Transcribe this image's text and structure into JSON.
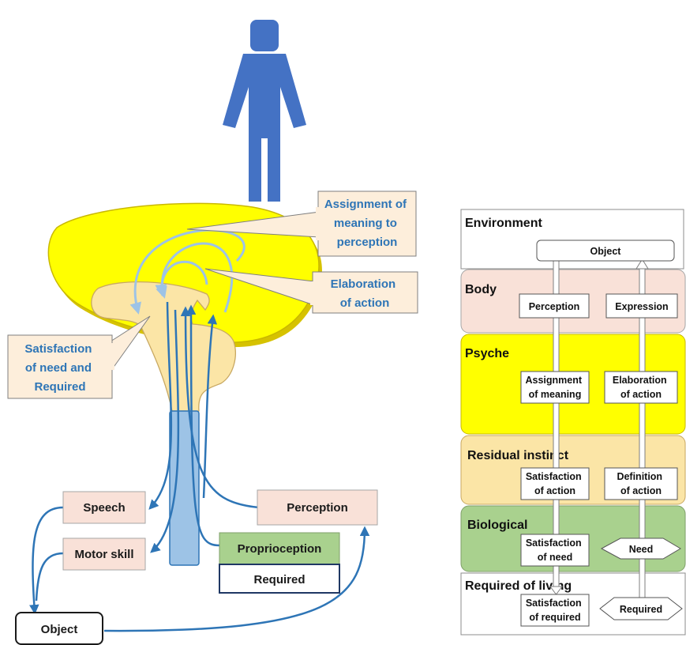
{
  "left_diagram": {
    "callouts": {
      "assignment": [
        "Assignment of",
        "meaning to",
        "perception"
      ],
      "elaboration": [
        "Elaboration",
        "of action"
      ],
      "satisfaction": [
        "Satisfaction",
        "of need and",
        "Required"
      ]
    },
    "boxes": {
      "speech": "Speech",
      "perception": "Perception",
      "motor_skill": "Motor skill",
      "proprioception": "Proprioception",
      "required": "Required",
      "object": "Object"
    }
  },
  "right_diagram": {
    "bands": {
      "environment": "Environment",
      "body": "Body",
      "psyche": "Psyche",
      "residual_instinct": "Residual instinct",
      "biological": "Biological",
      "required_of_living": "Required of living"
    },
    "boxes": {
      "object": "Object",
      "perception": "Perception",
      "expression": "Expression",
      "assignment_of_meaning": [
        "Assignment",
        "of meaning"
      ],
      "elaboration_of_action": [
        "Elaboration",
        "of action"
      ],
      "satisfaction_of_action": [
        "Satisfaction",
        "of action"
      ],
      "definition_of_action": [
        "Definition",
        "of action"
      ],
      "satisfaction_of_need": [
        "Satisfaction",
        "of need"
      ],
      "need": "Need",
      "satisfaction_of_required": [
        "Satisfaction",
        "of required"
      ],
      "required": "Required"
    }
  },
  "colors": {
    "figure_blue": "#4472c4",
    "arrow_dark_blue": "#2e75b6",
    "arrow_light_blue": "#9dc3e6",
    "cortex_yellow": "#ffff00",
    "instinct_tan": "#fbe5a6",
    "body_pink": "#f9e1d8",
    "biological_green": "#a9d18e",
    "callout_fill": "#fdeedb"
  }
}
